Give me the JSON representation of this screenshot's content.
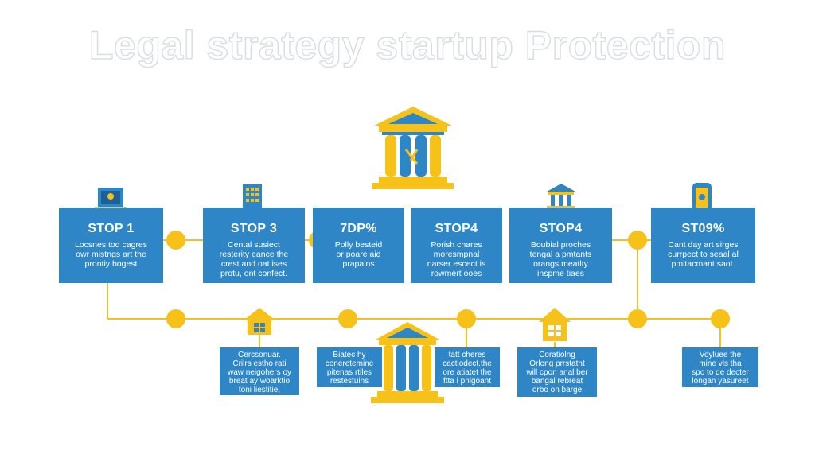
{
  "title": "Legal strategy startup Protection",
  "colors": {
    "blue": "#2f86c6",
    "yellow": "#f6c21a",
    "line": "#f6c21a",
    "title_outline": "#d9dce0"
  },
  "icons": [
    "courthouse-icon",
    "laptop-icon",
    "building-icon",
    "bank-icon",
    "phone-icon",
    "house-icon",
    "house-window-icon"
  ],
  "steps": [
    {
      "head": "STOP 1",
      "text": "Locsnes tod cagres\nowr mistngs art the\nprontiy bogest"
    },
    {
      "head": "STOP 3",
      "text": "Cental susiect\nresterity eance the\ncrest and oat ises\nprotu, ont confect."
    },
    {
      "head": "7DP%",
      "text": "Polly besteid\nor poare aid\nprapains"
    },
    {
      "head": "STOP4",
      "text": "Porish chares\nmoresmpnal\nnarser escect is\nrowmert ooes"
    },
    {
      "head": "STOP4",
      "text": "Boubial proches\ntengal a pmtants\norangs meatlty\ninspme tiaes"
    },
    {
      "head": "ST09%",
      "text": "Cant day art sirges\ncurrpect to seaal al\npmitacmant saot."
    }
  ],
  "details": [
    {
      "text": "Cercsonuar.\nCrilrs estho rati\nwaw neigohers oy\nbreat ay woarktio\ntoni liestitie,"
    },
    {
      "text": "Biatec hy\nconeretemine\npitenas rtiles\nrestestuins"
    },
    {
      "text": "tatt cheres\ncactiodect.the\nore atiatet the\nftta i pnlgoant"
    },
    {
      "text": "Coratiolng\nOrlong prrstatnt\nwill cpon anal ber\nbangal rebreat\norbo on barge"
    },
    {
      "text": "Voyluee the\nmine vls tha\nspo to de decter\nlongan yasureet"
    }
  ]
}
